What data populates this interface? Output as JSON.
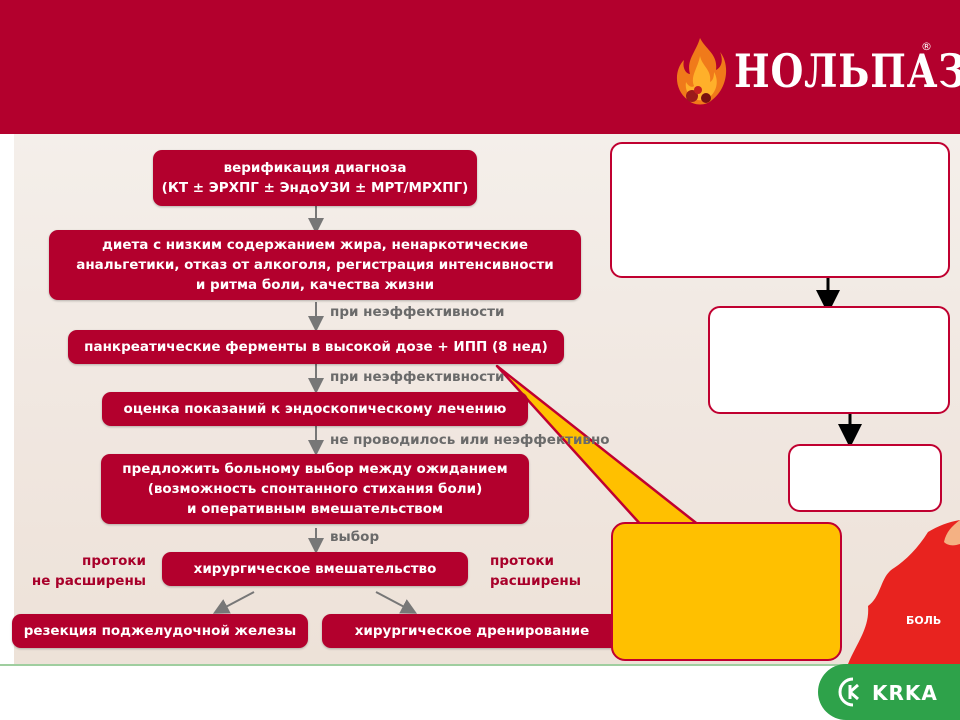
{
  "brand": {
    "logo_text": "НОЛЬПАЗА",
    "reg_mark": "®"
  },
  "flow": {
    "step1": "верификация диагноза\n(КТ ± ЭРХПГ ± ЭндоУЗИ ± МРТ/МРХПГ)",
    "step2": "диета с низким содержанием жира, ненаркотические\nанальгетики, отказ от алкоголя, регистрация интенсивности\nи ритма боли, качества жизни",
    "note1": "при неэффективности",
    "step3": "панкреатические ферменты в высокой дозе + ИПП (8 нед)",
    "note2": "при неэффективности",
    "step4": "оценка показаний к эндоскопическому лечению",
    "note3": "не проводилось или неэффективно",
    "step5": "предложить больному выбор между ожиданием\n(возможность спонтанного стихания боли)\nи оперативным вмешательством",
    "note4": "выбор",
    "step6": "хирургическое вмешательство",
    "left_branch": "протоки\nне расширены",
    "right_branch": "протоки\nрасширены",
    "result_left": "резекция поджелудочной железы",
    "result_right": "хирургическое дренирование"
  },
  "pain_label": "БОЛЬ",
  "footer": {
    "brand": "KRKA"
  },
  "colors": {
    "primary": "#b3002d",
    "callout": "#ffc000",
    "note": "#6a6a6a",
    "krka": "#2ea24a"
  }
}
